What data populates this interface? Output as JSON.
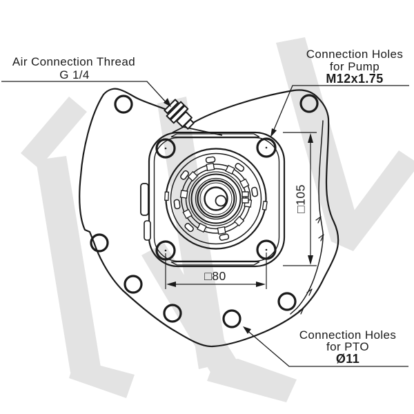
{
  "drawing": {
    "line_color": "#1a1a1a",
    "watermark_color": "#e3e3e3",
    "labels": {
      "air": {
        "line1": "Air Connection Thread",
        "line2": "G 1/4"
      },
      "pump": {
        "line1": "Connection Holes",
        "line2": "for Pump",
        "spec": "M12x1.75"
      },
      "pto": {
        "line1": "Connection Holes",
        "line2": "for PTO",
        "spec": "Ø11"
      }
    },
    "dimensions": {
      "flange_outer": "□105",
      "bolt_spacing": "□80"
    }
  }
}
